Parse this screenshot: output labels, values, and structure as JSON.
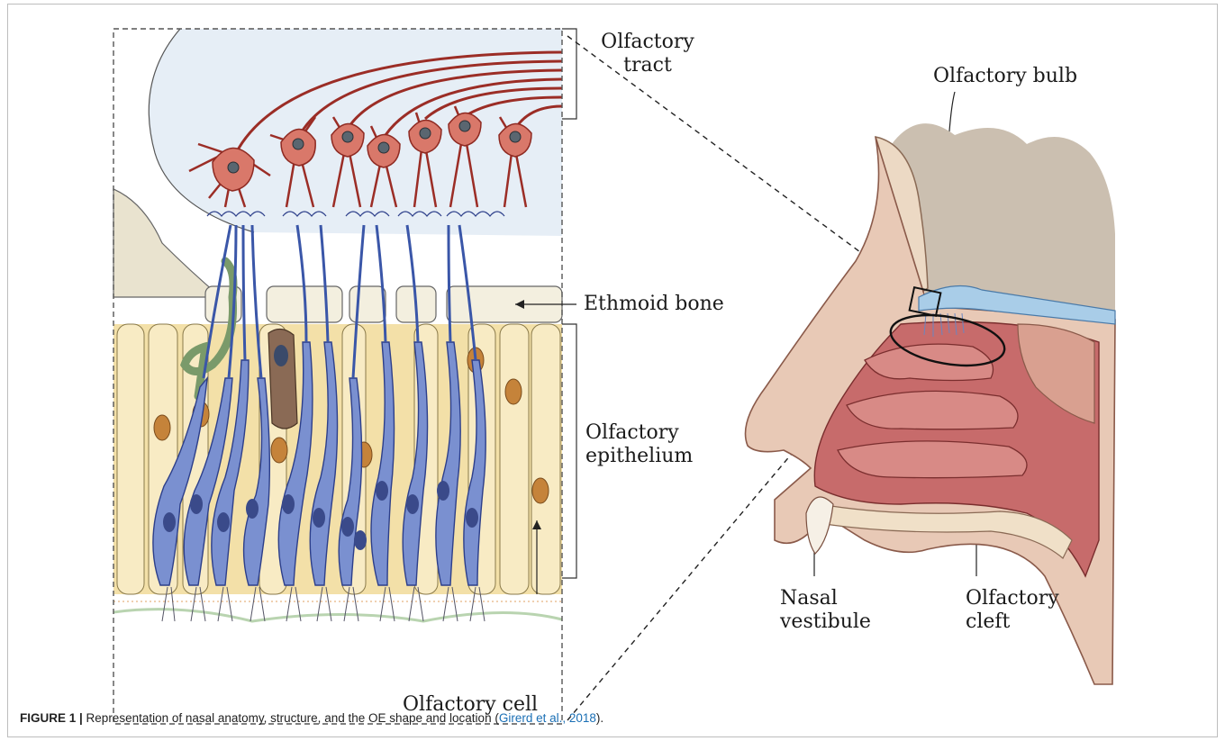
{
  "labels": {
    "olfactory_tract": [
      "Olfactory",
      "tract"
    ],
    "olfactory_bulb": "Olfactory bulb",
    "ethmoid_bone": "Ethmoid bone",
    "olfactory_epithelium": [
      "Olfactory",
      "epithelium"
    ],
    "olfactory_cell": "Olfactory cell",
    "nasal_vestibule": [
      "Nasal",
      "vestibule"
    ],
    "olfactory_cleft": [
      "Olfactory",
      "cleft"
    ]
  },
  "caption": {
    "label": "FIGURE 1 |",
    "text": " Representation of nasal anatomy, structure, and the OE shape and location (",
    "citation": "Girerd et al., 2018",
    "end": ")."
  }
}
